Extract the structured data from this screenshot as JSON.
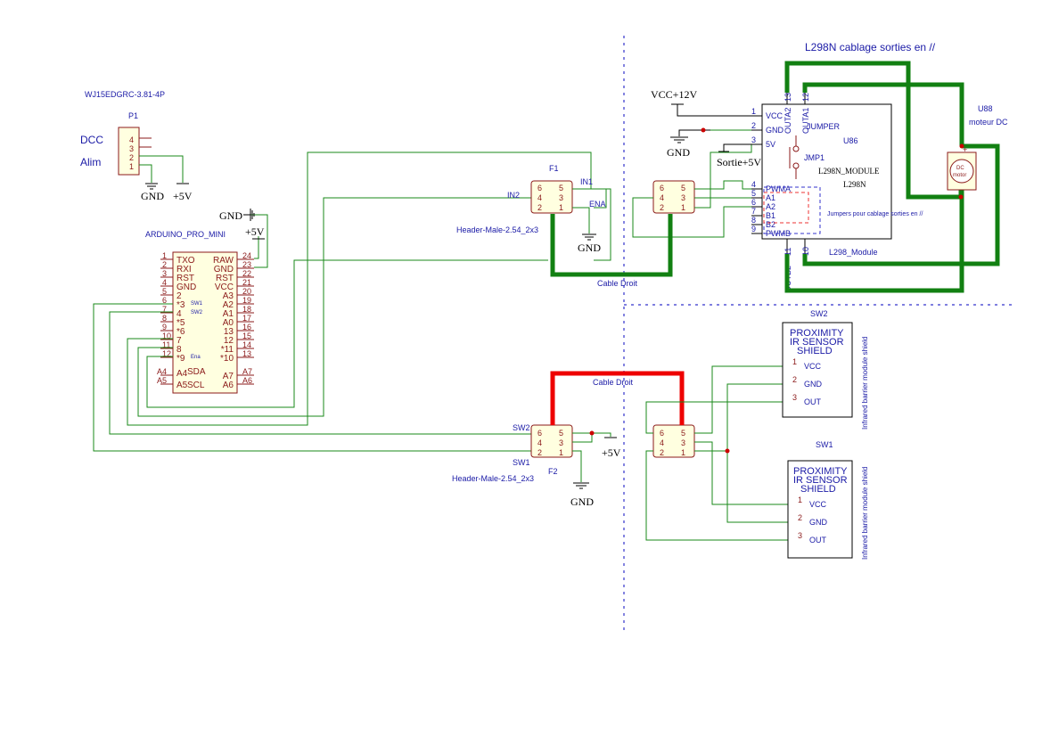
{
  "diagram": {
    "title_l298n": "L298N cablage sorties en //",
    "p1": {
      "part": "WJ15EDGRC-3.81-4P",
      "ref": "P1",
      "label_dcc": "DCC",
      "label_alim": "Alim",
      "pins": [
        "4",
        "3",
        "2",
        "1"
      ],
      "gnd": "GND",
      "pwr": "+5V"
    },
    "arduino": {
      "name": "ARDUINO_PRO_MINI",
      "gnd_label": "GND",
      "pwr_label": "+5V",
      "left_pins": [
        {
          "n": "1",
          "l": "TXO"
        },
        {
          "n": "2",
          "l": "RXI"
        },
        {
          "n": "3",
          "l": "RST"
        },
        {
          "n": "4",
          "l": "GND"
        },
        {
          "n": "5",
          "l": "2"
        },
        {
          "n": "6",
          "l": "*3"
        },
        {
          "n": "7",
          "l": "4"
        },
        {
          "n": "8",
          "l": "*5"
        },
        {
          "n": "9",
          "l": "*6"
        },
        {
          "n": "10",
          "l": "7"
        },
        {
          "n": "11",
          "l": "8"
        },
        {
          "n": "12",
          "l": "*9"
        }
      ],
      "right_pins": [
        {
          "n": "24",
          "l": "RAW"
        },
        {
          "n": "23",
          "l": "GND"
        },
        {
          "n": "22",
          "l": "RST"
        },
        {
          "n": "21",
          "l": "VCC"
        },
        {
          "n": "20",
          "l": "A3"
        },
        {
          "n": "19",
          "l": "A2"
        },
        {
          "n": "18",
          "l": "A1"
        },
        {
          "n": "17",
          "l": "A0"
        },
        {
          "n": "16",
          "l": "13"
        },
        {
          "n": "15",
          "l": "12"
        },
        {
          "n": "14",
          "l": "*11"
        },
        {
          "n": "13",
          "l": "*10"
        }
      ],
      "bottom_left": [
        {
          "n": "A4",
          "l": "SDA"
        },
        {
          "n": "A5",
          "l": "SCL"
        }
      ],
      "bottom_right": [
        {
          "n": "A7",
          "l": "A7"
        },
        {
          "n": "A6",
          "l": "A6"
        }
      ],
      "net_sw1": "SW1",
      "net_sw2": "SW2",
      "net_ena": "Ena"
    },
    "f1": {
      "ref": "F1",
      "part": "Header-Male-2.54_2x3",
      "in1": "IN1",
      "in2": "IN2",
      "ena": "ENA",
      "gnd": "GND",
      "pins_left": [
        "6",
        "4",
        "2"
      ],
      "pins_right": [
        "5",
        "3",
        "1"
      ],
      "cable": "Cable Droit"
    },
    "f2": {
      "ref": "F2",
      "part": "Header-Male-2.54_2x3",
      "sw1": "SW1",
      "sw2": "SW2",
      "gnd": "GND",
      "pwr": "+5V",
      "cable": "Cable Droit"
    },
    "l298n": {
      "vcc": "VCC+12V",
      "gnd": "GND",
      "sortie": "Sortie+5V",
      "ref": "U86",
      "name": "L298N_MODULE",
      "chip": "L298N",
      "module": "L298_Module",
      "jumper": "JUMPER",
      "jmp": "JMP1",
      "left_pins": [
        {
          "n": "1",
          "l": "VCC"
        },
        {
          "n": "2",
          "l": "GND"
        },
        {
          "n": "3",
          "l": "5V"
        },
        {
          "n": "4",
          "l": "PWMA"
        },
        {
          "n": "5",
          "l": "A1"
        },
        {
          "n": "6",
          "l": "A2"
        },
        {
          "n": "7",
          "l": "B1"
        },
        {
          "n": "8",
          "l": "B2"
        },
        {
          "n": "9",
          "l": "PWMB"
        }
      ],
      "top_pins": [
        {
          "n": "13",
          "l": "OUTA2"
        },
        {
          "n": "12",
          "l": "OUTA1"
        }
      ],
      "bottom_pins": [
        {
          "n": "11",
          "l": "OUTB2"
        },
        {
          "n": "10",
          "l": "OUTB1"
        }
      ],
      "jumpers_note": "Jumpers pour cablage sorties en //"
    },
    "motor": {
      "ref": "U88",
      "name": "moteur DC",
      "body1": "DC",
      "body2": "motor",
      "plus": "+"
    },
    "sensors": [
      {
        "ref": "SW2",
        "title": [
          "PROXIMITY",
          "IR SENSOR",
          "SHIELD"
        ],
        "side": "Infrared barrier module shield",
        "pins": [
          {
            "n": "1",
            "l": "VCC"
          },
          {
            "n": "2",
            "l": "GND"
          },
          {
            "n": "3",
            "l": "OUT"
          }
        ]
      },
      {
        "ref": "SW1",
        "title": [
          "PROXIMITY",
          "IR SENSOR",
          "SHIELD"
        ],
        "side": "Infrared barrier module shield",
        "pins": [
          {
            "n": "1",
            "l": "VCC"
          },
          {
            "n": "2",
            "l": "GND"
          },
          {
            "n": "3",
            "l": "OUT"
          }
        ]
      }
    ]
  }
}
